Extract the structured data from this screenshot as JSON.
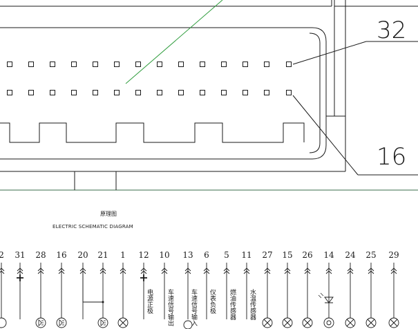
{
  "connector": {
    "callouts": [
      {
        "id": "top",
        "label": "32"
      },
      {
        "id": "bottom",
        "label": "16"
      }
    ],
    "pin_rows": 2,
    "pins_per_row_visible": 14
  },
  "schematic": {
    "title_cn": "原理图",
    "title_en": "ELECTRIC SCHEMATIC DIAGRAM",
    "pins": [
      {
        "num": "2",
        "label": ""
      },
      {
        "num": "31",
        "label": ""
      },
      {
        "num": "28",
        "label": ""
      },
      {
        "num": "16",
        "label": ""
      },
      {
        "num": "20",
        "label": ""
      },
      {
        "num": "21",
        "label": ""
      },
      {
        "num": "1",
        "label": ""
      },
      {
        "num": "12",
        "label": "电源正极"
      },
      {
        "num": "10",
        "label": "车速信号输出"
      },
      {
        "num": "13",
        "label": "车速信号输入"
      },
      {
        "num": "6",
        "label": "仪表负极"
      },
      {
        "num": "5",
        "label": "燃油传感器"
      },
      {
        "num": "11",
        "label": "水温传感器"
      },
      {
        "num": "27",
        "label": ""
      },
      {
        "num": "15",
        "label": ""
      },
      {
        "num": "26",
        "label": ""
      },
      {
        "num": "14",
        "label": ""
      },
      {
        "num": "24",
        "label": ""
      },
      {
        "num": "25",
        "label": ""
      },
      {
        "num": "29",
        "label": ""
      }
    ]
  }
}
